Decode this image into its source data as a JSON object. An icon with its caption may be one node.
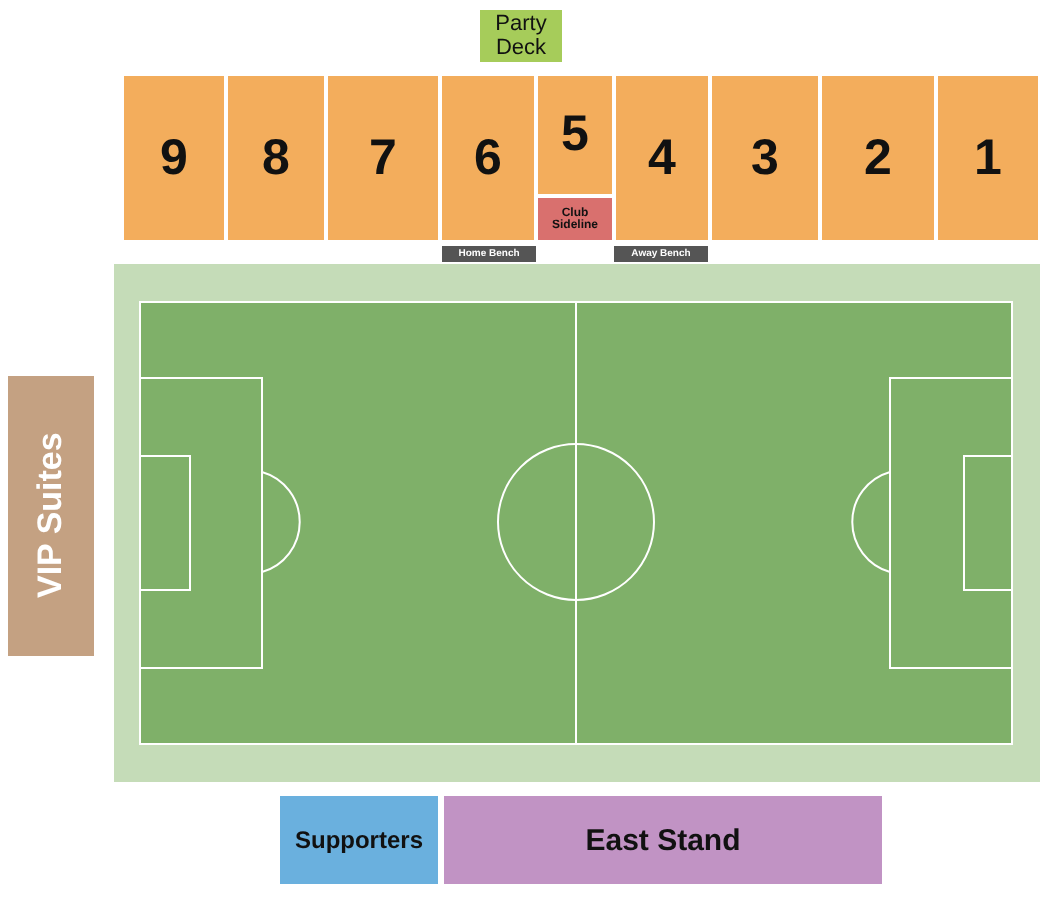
{
  "diagram": {
    "nodes": [
      {
        "text": [
          "Party Deck"
        ]
      },
      {
        "text": [
          "9"
        ]
      },
      {
        "text": [
          "8"
        ]
      },
      {
        "text": [
          "7"
        ]
      },
      {
        "text": [
          "6"
        ]
      },
      {
        "text": [
          "5"
        ]
      },
      {
        "text": [
          "4"
        ]
      },
      {
        "text": [
          "3"
        ]
      },
      {
        "text": [
          "2"
        ]
      },
      {
        "text": [
          "1"
        ]
      },
      {
        "text": [
          "Club Sideline"
        ]
      },
      {
        "text": [
          "Home Bench"
        ]
      },
      {
        "text": [
          "Away Bench"
        ]
      },
      {
        "text": [
          "VIP Suites"
        ]
      },
      {
        "text": [
          "Supporters"
        ]
      },
      {
        "text": [
          "East Stand"
        ]
      }
    ]
  }
}
